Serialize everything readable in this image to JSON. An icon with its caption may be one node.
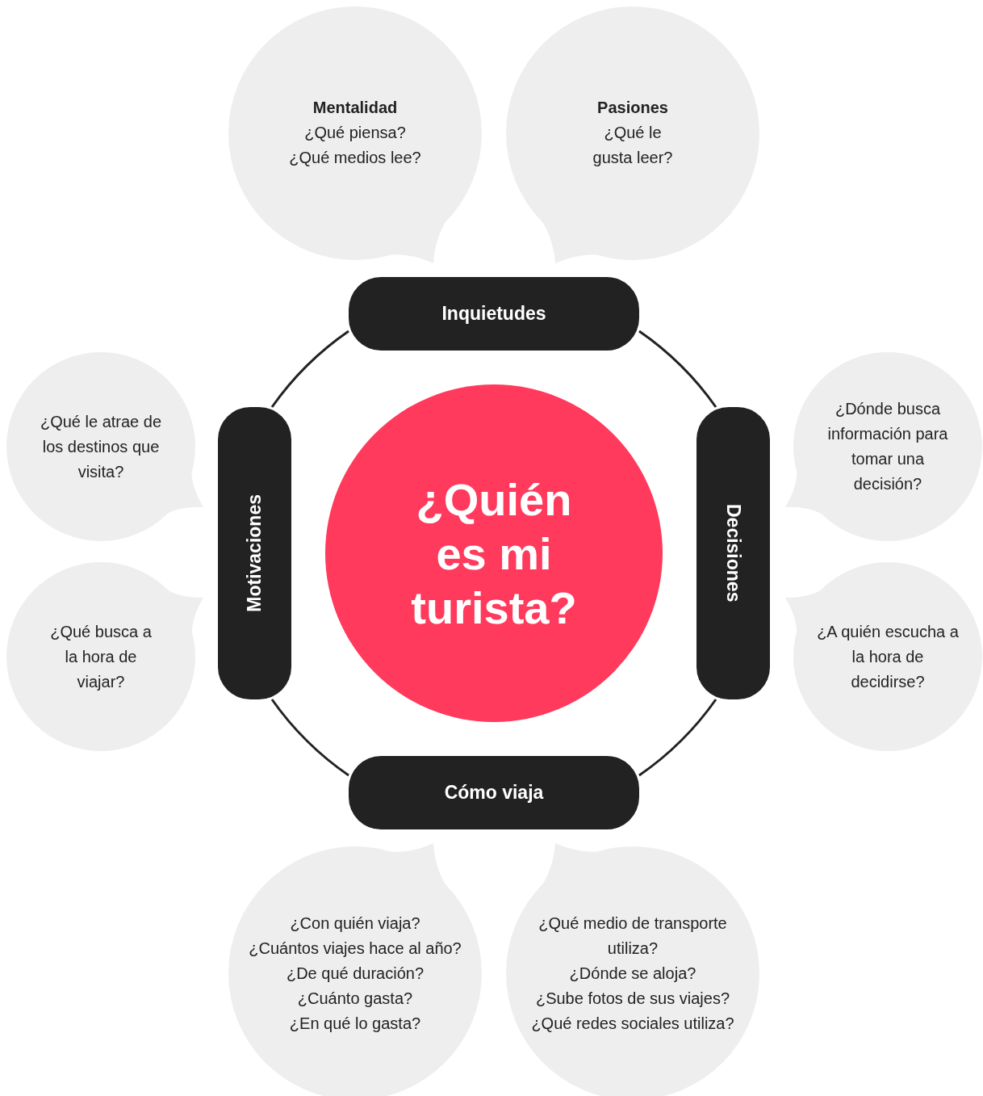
{
  "diagram": {
    "nodes": [
      {
        "text": [
          "¿Quién es mi turista?"
        ]
      },
      {
        "text": [
          "Inquietudes"
        ]
      },
      {
        "text": [
          "Decisiones"
        ]
      },
      {
        "text": [
          "Cómo viaja"
        ]
      },
      {
        "text": [
          "Motivaciones"
        ]
      },
      {
        "text": [
          "Mentalidad",
          "¿Qué piensa?",
          "¿Qué medios lee?"
        ]
      },
      {
        "text": [
          "Pasiones",
          "¿Qué le gusta leer?"
        ]
      },
      {
        "text": [
          "¿Qué le atrae de los destinos que visita?"
        ]
      },
      {
        "text": [
          "¿Dónde busca información para tomar una decisión?"
        ]
      },
      {
        "text": [
          "¿Qué busca a la hora de viajar?"
        ]
      },
      {
        "text": [
          "¿A quién escucha a la hora de decidirse?"
        ]
      },
      {
        "text": [
          "¿Con quién viaja?",
          "¿Cuántos viajes hace al año?",
          "¿De qué duración?",
          "¿Cuánto gasta?",
          "¿En qué lo gasta?"
        ]
      },
      {
        "text": [
          "¿Qué medio de transporte utiliza?",
          "¿Dónde se aloja?",
          "¿Sube fotos de sus viajes?",
          "¿Qué redes sociales utiliza?"
        ]
      }
    ],
    "edges": [
      {
        "from": 1,
        "to": 2,
        "arrow": "none"
      },
      {
        "from": 2,
        "to": 3,
        "arrow": "none"
      },
      {
        "from": 3,
        "to": 4,
        "arrow": "none"
      },
      {
        "from": 4,
        "to": 1,
        "arrow": "none"
      }
    ]
  }
}
